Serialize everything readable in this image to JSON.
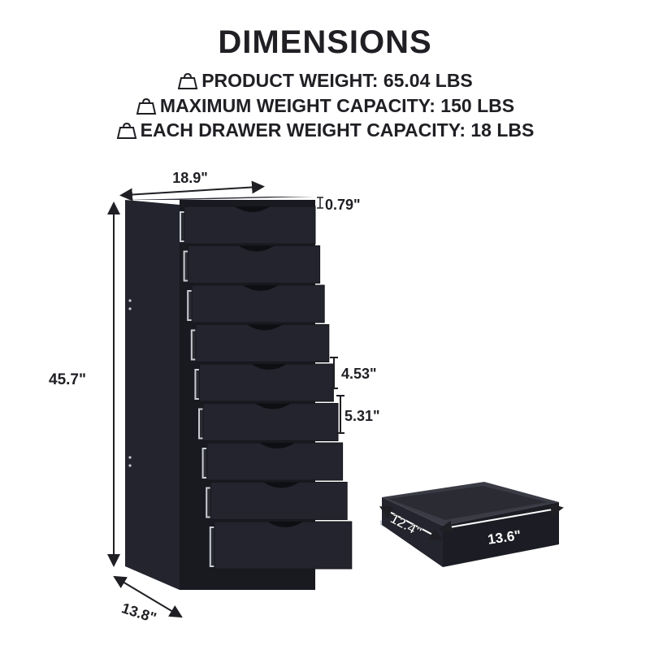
{
  "title": "DIMENSIONS",
  "specs": [
    {
      "icon": "weight-icon",
      "text": "PRODUCT WEIGHT: 65.04 LBS"
    },
    {
      "icon": "weight-icon",
      "text": "MAXIMUM WEIGHT CAPACITY: 150 LBS"
    },
    {
      "icon": "weight-icon",
      "text": "EACH DRAWER WEIGHT CAPACITY: 18 LBS"
    }
  ],
  "dimensions": {
    "width": "18.9\"",
    "top_thickness": "0.79\"",
    "height": "45.7\"",
    "depth": "13.8\"",
    "drawer_front_small": "4.53\"",
    "drawer_front_large": "5.31\"",
    "drawer_depth": "12.4\"",
    "drawer_width": "13.6\""
  },
  "colors": {
    "cabinet": "#23242d",
    "cabinet_side": "#1a1b22",
    "text": "#1f1f24",
    "rail": "#c8ccd2"
  }
}
